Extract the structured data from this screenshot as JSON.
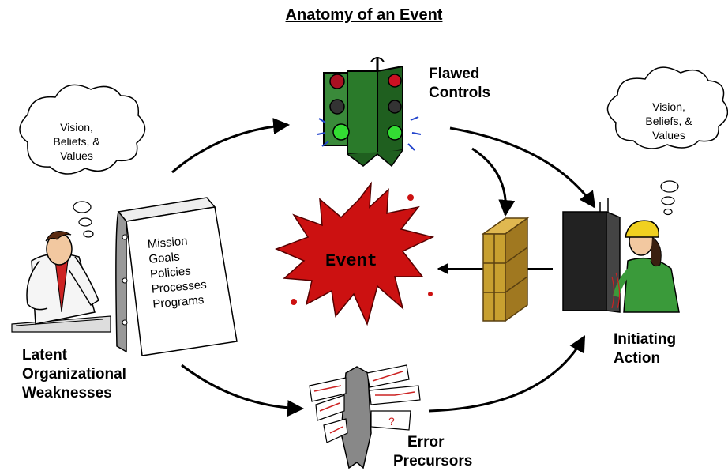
{
  "title": "Anatomy of an Event",
  "nodes": {
    "flawed_controls": [
      "Flawed",
      "Controls"
    ],
    "initiating_action": [
      "Initiating",
      "Action"
    ],
    "error_precursors": [
      "Error",
      "Precursors"
    ],
    "latent_weaknesses": [
      "Latent",
      "Organizational",
      "Weaknesses"
    ],
    "event": "Event"
  },
  "clouds": {
    "left": [
      "Vision,",
      "Beliefs, &",
      "Values"
    ],
    "right": [
      "Vision,",
      "Beliefs, &",
      "Values"
    ]
  },
  "binder_items": [
    "Mission",
    "Goals",
    "Policies",
    "Processes",
    "Programs"
  ],
  "colors": {
    "event": "#cc1111",
    "wall": "#c8a030",
    "traffic_light": "#2a7a2a",
    "worker_shirt": "#3a9a3a",
    "hard_hat": "#f0d020"
  }
}
